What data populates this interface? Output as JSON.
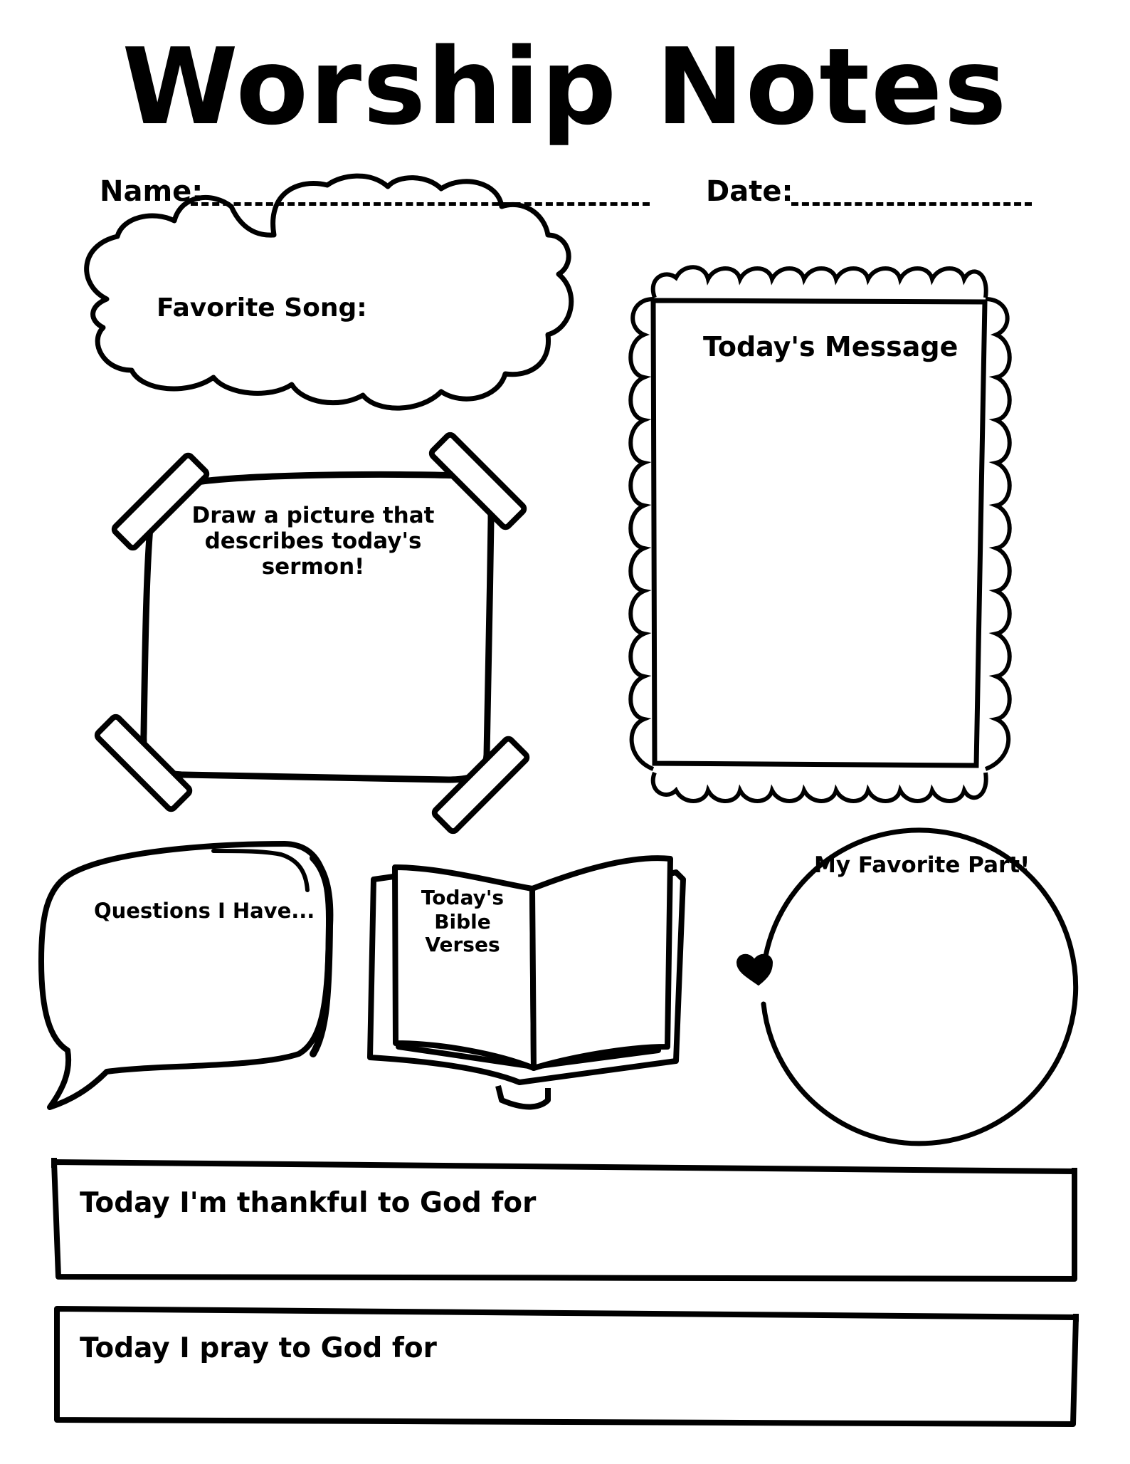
{
  "title": "Worship Notes",
  "name_label": "Name:",
  "date_label": "Date:",
  "favorite_song_label": "Favorite Song:",
  "todays_message_label": "Today's Message",
  "draw_picture_label_1": "Draw a picture that",
  "draw_picture_label_2": "describes today's sermon!",
  "questions_label": "Questions I Have...",
  "bible_verses_label_1": "Today's",
  "bible_verses_label_2": "Bible Verses",
  "favorite_part_label": "My Favorite Part!",
  "thankful_label": "Today I'm thankful to God for",
  "pray_label": "Today I pray to God for"
}
